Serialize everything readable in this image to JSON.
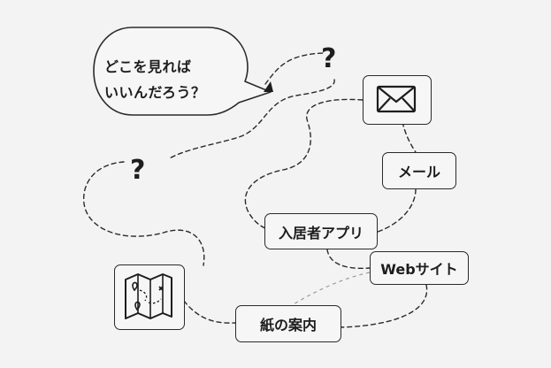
{
  "bubble": {
    "line1": "どこを見れば",
    "line2": "いいんだろう？"
  },
  "question_mark": "?",
  "nodes": {
    "mail": "メール",
    "resident_app": "入居者アプリ",
    "website": "Webサイト",
    "paper_guide": "紙の案内"
  },
  "icons": {
    "envelope": "envelope-icon",
    "map": "map-icon"
  },
  "colors": {
    "stroke": "#2a2a2a",
    "background": "#f3f3f3"
  }
}
